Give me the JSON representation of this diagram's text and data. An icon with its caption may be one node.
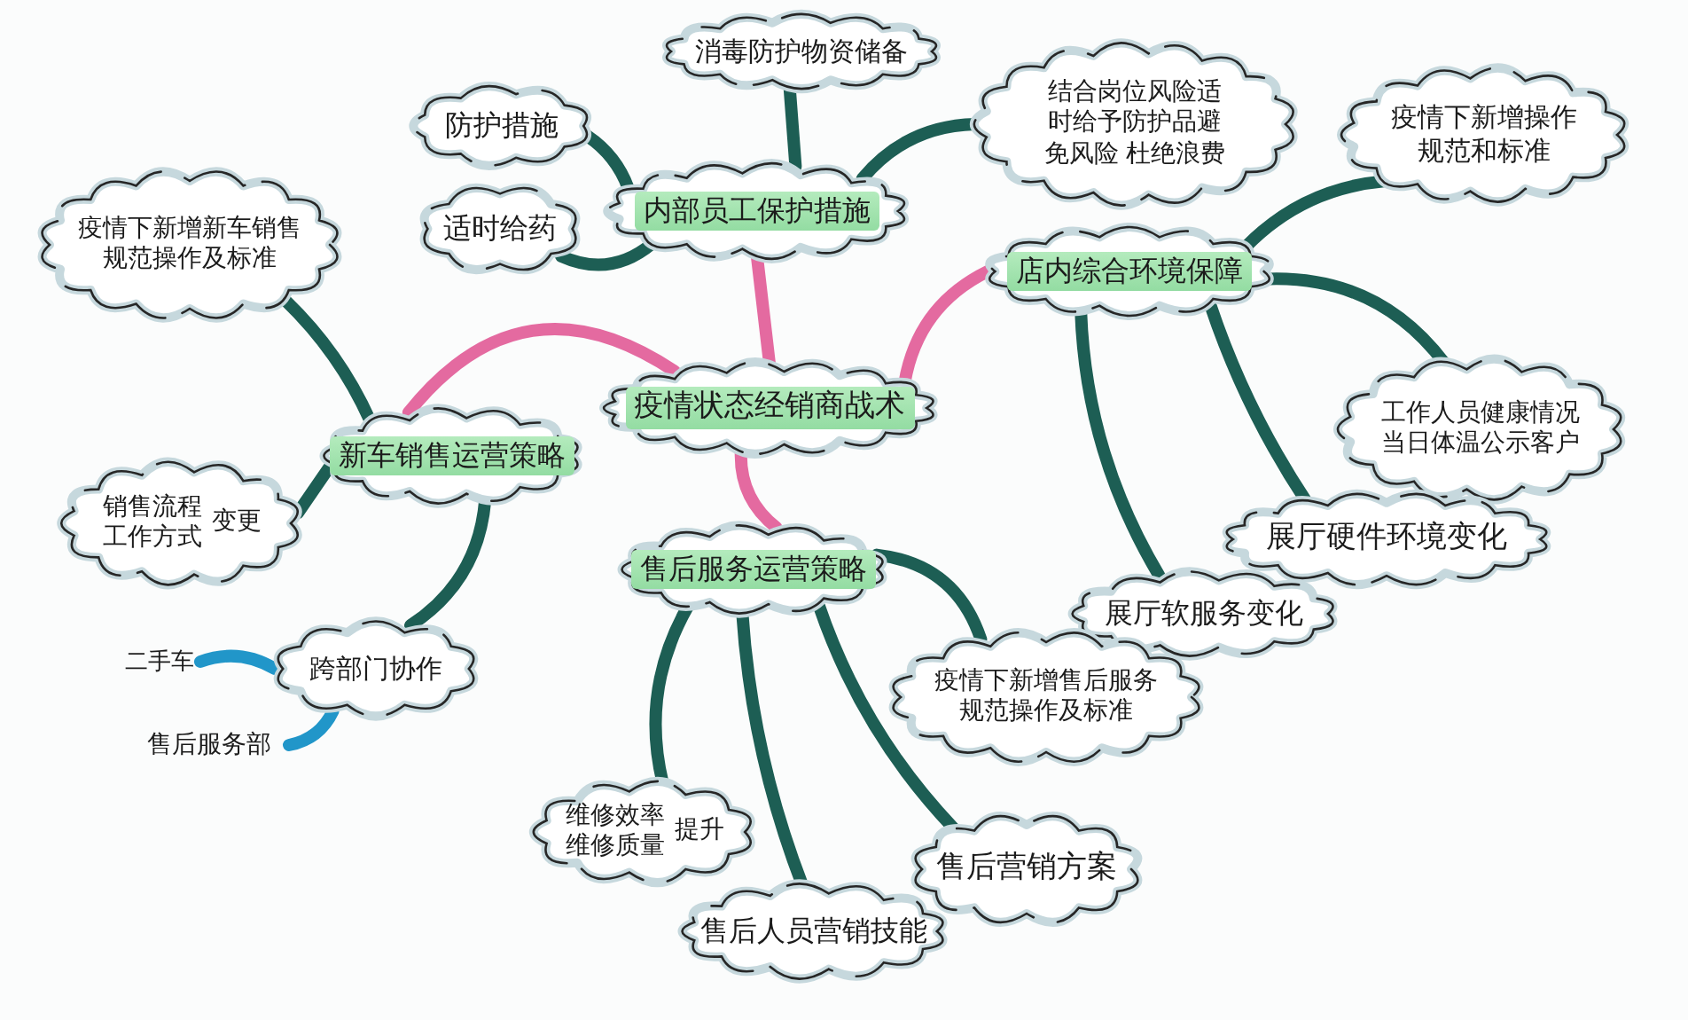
{
  "diagram": {
    "nodes": [
      {
        "text": [
          "疫情状态经销商战术"
        ]
      },
      {
        "text": [
          "内部员工保护措施"
        ]
      },
      {
        "text": [
          "防护措施"
        ]
      },
      {
        "text": [
          "消毒防护物资储备"
        ]
      },
      {
        "text": [
          "结合岗位风险适时给予防护品避免风险 杜绝浪费"
        ]
      },
      {
        "text": [
          "适时给药"
        ]
      },
      {
        "text": [
          "店内综合环境保障"
        ]
      },
      {
        "text": [
          "疫情下新增操作规范和标准"
        ]
      },
      {
        "text": [
          "工作人员健康情况当日体温公示客户"
        ]
      },
      {
        "text": [
          "展厅硬件环境变化"
        ]
      },
      {
        "text": [
          "展厅软服务变化"
        ]
      },
      {
        "text": [
          "新车销售运营策略"
        ]
      },
      {
        "text": [
          "疫情下新增新车销售规范操作及标准"
        ]
      },
      {
        "text": [
          "销售流程工作方式",
          "变更"
        ]
      },
      {
        "text": [
          "跨部门协作"
        ]
      },
      {
        "text": [
          "二手车"
        ]
      },
      {
        "text": [
          "售后服务部"
        ]
      },
      {
        "text": [
          "售后服务运营策略"
        ]
      },
      {
        "text": [
          "疫情下新增售后服务规范操作及标准"
        ]
      },
      {
        "text": [
          "维修效率维修质量",
          "提升"
        ]
      },
      {
        "text": [
          "售后营销方案"
        ]
      },
      {
        "text": [
          "售后人员营销技能"
        ]
      }
    ],
    "edges": [
      {
        "from": 0,
        "to": 1,
        "arrow": "none",
        "color": "#e46aa0"
      },
      {
        "from": 0,
        "to": 6,
        "arrow": "none",
        "color": "#e46aa0"
      },
      {
        "from": 0,
        "to": 11,
        "arrow": "none",
        "color": "#e46aa0"
      },
      {
        "from": 0,
        "to": 17,
        "arrow": "none",
        "color": "#e46aa0"
      },
      {
        "from": 1,
        "to": 2,
        "arrow": "none"
      },
      {
        "from": 1,
        "to": 3,
        "arrow": "none"
      },
      {
        "from": 1,
        "to": 4,
        "arrow": "none"
      },
      {
        "from": 1,
        "to": 5,
        "arrow": "none"
      },
      {
        "from": 6,
        "to": 7,
        "arrow": "none"
      },
      {
        "from": 6,
        "to": 8,
        "arrow": "none"
      },
      {
        "from": 6,
        "to": 9,
        "arrow": "none"
      },
      {
        "from": 6,
        "to": 10,
        "arrow": "none"
      },
      {
        "from": 11,
        "to": 12,
        "arrow": "none"
      },
      {
        "from": 11,
        "to": 13,
        "arrow": "none"
      },
      {
        "from": 11,
        "to": 14,
        "arrow": "none"
      },
      {
        "from": 14,
        "to": 15,
        "arrow": "none",
        "color": "#2196c9"
      },
      {
        "from": 14,
        "to": 16,
        "arrow": "none",
        "color": "#2196c9"
      },
      {
        "from": 17,
        "to": 18,
        "arrow": "none"
      },
      {
        "from": 17,
        "to": 19,
        "arrow": "none"
      },
      {
        "from": 17,
        "to": 20,
        "arrow": "none"
      },
      {
        "from": 17,
        "to": 21,
        "arrow": "none"
      }
    ]
  }
}
